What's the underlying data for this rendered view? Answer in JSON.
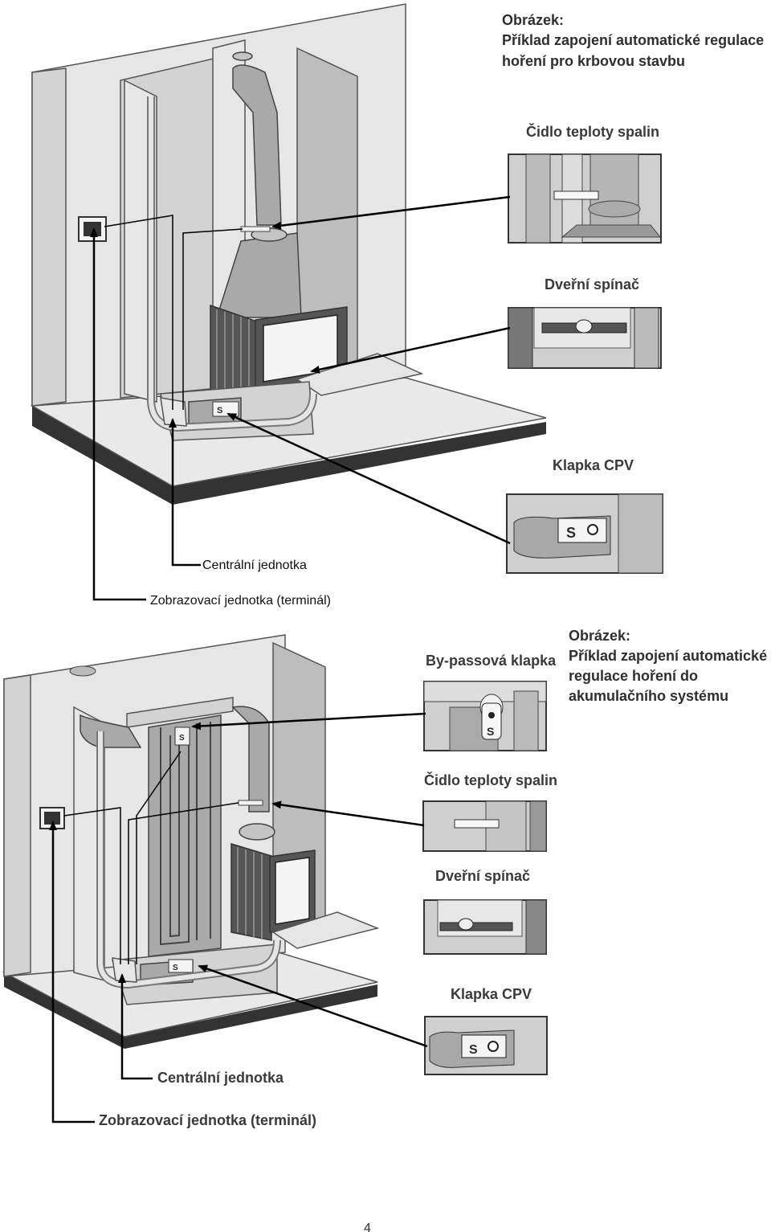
{
  "top": {
    "title_heading": "Obrázek:",
    "title_line1": "Příklad zapojení automatické regulace",
    "title_line2": "hoření pro krbovou stavbu",
    "label_flue_sensor": "Čidlo teploty spalin",
    "label_door_switch": "Dveřní spínač",
    "label_cpv_flap": "Klapka CPV",
    "label_central_unit": "Centrální jednotka",
    "label_display_unit": "Zobrazovací jednotka (terminál)",
    "flap_letter": "S"
  },
  "bottom": {
    "title_heading": "Obrázek:",
    "title_line1": "Příklad zapojení automatické",
    "title_line2": "regulace hoření do",
    "title_line3": "akumulačního systému",
    "label_bypass_flap": "By-passová klapka",
    "label_flue_sensor": "Čidlo teploty spalin",
    "label_door_switch": "Dveřní spínač",
    "label_cpv_flap": "Klapka CPV",
    "label_central_unit": "Centrální jednotka",
    "label_display_unit": "Zobrazovací jednotka (terminál)",
    "flap_letter": "S"
  },
  "page_number": "4",
  "colors": {
    "wall_light": "#e6e6e6",
    "wall_mid": "#d3d3d3",
    "floor_dark": "#333333",
    "arrow": "#000000"
  }
}
